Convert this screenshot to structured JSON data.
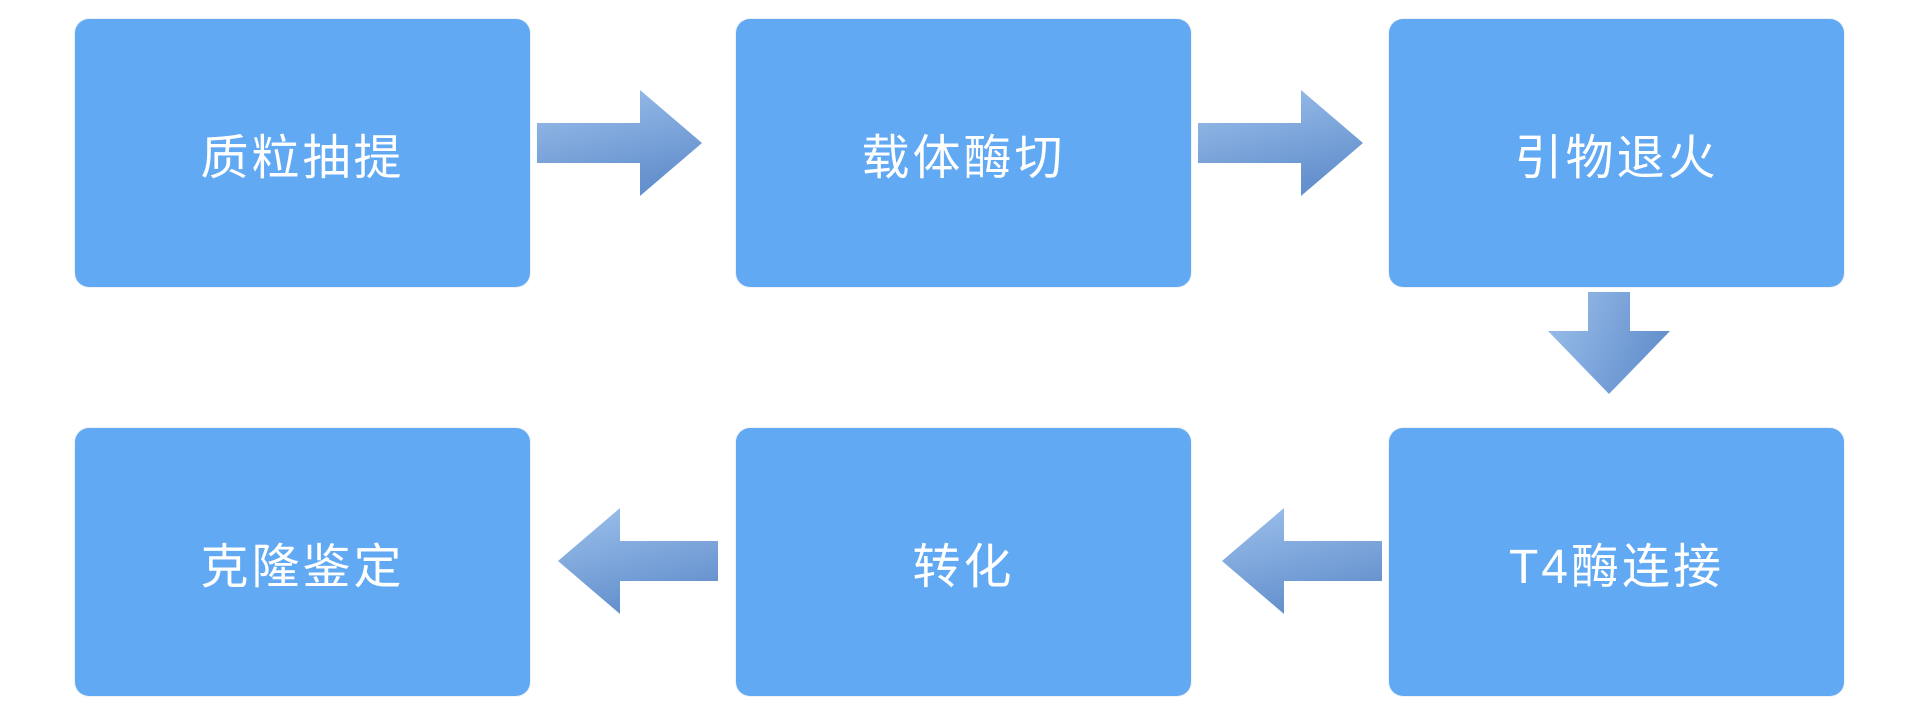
{
  "diagram": {
    "type": "flowchart",
    "background_color": "#ffffff",
    "node_fill_color": "#62a9f3",
    "node_text_color": "#ffffff",
    "arrow_gradient_light": "#9dc1ec",
    "arrow_gradient_dark": "#6490cd",
    "nodes": [
      {
        "id": "plasmid-extraction",
        "label": "质粒抽提",
        "row": 1,
        "col": 1
      },
      {
        "id": "vector-digestion",
        "label": "载体酶切",
        "row": 1,
        "col": 2
      },
      {
        "id": "primer-annealing",
        "label": "引物退火",
        "row": 1,
        "col": 3
      },
      {
        "id": "t4-ligation",
        "label": "T4酶连接",
        "row": 2,
        "col": 3
      },
      {
        "id": "transformation",
        "label": "转化",
        "row": 2,
        "col": 2
      },
      {
        "id": "clone-identification",
        "label": "克隆鉴定",
        "row": 2,
        "col": 1
      }
    ],
    "edges": [
      {
        "from": "plasmid-extraction",
        "to": "vector-digestion",
        "direction": "right",
        "icon": "arrow-right-icon"
      },
      {
        "from": "vector-digestion",
        "to": "primer-annealing",
        "direction": "right",
        "icon": "arrow-right-icon"
      },
      {
        "from": "primer-annealing",
        "to": "t4-ligation",
        "direction": "down",
        "icon": "arrow-down-icon"
      },
      {
        "from": "t4-ligation",
        "to": "transformation",
        "direction": "left",
        "icon": "arrow-left-icon"
      },
      {
        "from": "transformation",
        "to": "clone-identification",
        "direction": "left",
        "icon": "arrow-left-icon"
      }
    ]
  }
}
